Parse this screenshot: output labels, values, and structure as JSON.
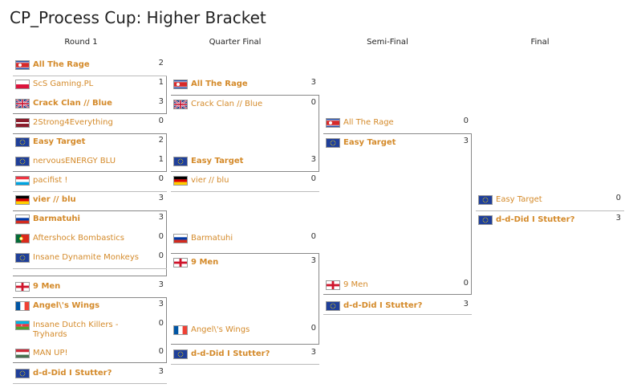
{
  "page_title": "CP_Process Cup: Higher Bracket",
  "rounds": [
    "Round 1",
    "Quarter Final",
    "Semi-Final",
    "Final"
  ],
  "round1": [
    {
      "name": "All The Rage",
      "score": "2",
      "winner": true,
      "flag": "north-korea-flag"
    },
    {
      "name": "ScS Gaming.PL",
      "score": "1",
      "winner": false,
      "flag": "poland-flag"
    },
    {
      "name": "Crack Clan // Blue",
      "score": "3",
      "winner": true,
      "flag": "uk-flag"
    },
    {
      "name": "2Strong4Everything",
      "score": "0",
      "winner": false,
      "flag": "latvia-flag"
    },
    {
      "name": "Easy Target",
      "score": "2",
      "winner": true,
      "flag": "eu-flag"
    },
    {
      "name": "nervousENERGY BLU",
      "score": "1",
      "winner": false,
      "flag": "eu-flag"
    },
    {
      "name": "pacifist !",
      "score": "0",
      "winner": false,
      "flag": "luxembourg-flag"
    },
    {
      "name": "vier // blu",
      "score": "3",
      "winner": true,
      "flag": "germany-flag"
    },
    {
      "name": "Barmatuhi",
      "score": "3",
      "winner": true,
      "flag": "russia-flag"
    },
    {
      "name": "Aftershock Bombastics",
      "score": "0",
      "winner": false,
      "flag": "portugal-flag"
    },
    {
      "name": "Insane Dynamite Monkeys",
      "score": "0",
      "winner": false,
      "flag": "eu-flag"
    },
    {
      "name": "9 Men",
      "score": "3",
      "winner": true,
      "flag": "england-flag"
    },
    {
      "name": "Angel\\'s Wings",
      "score": "3",
      "winner": true,
      "flag": "france-flag"
    },
    {
      "name": "Insane Dutch Killers - Tryhards",
      "score": "0",
      "winner": false,
      "flag": "azerbaijan-flag"
    },
    {
      "name": "MAN UP!",
      "score": "0",
      "winner": false,
      "flag": "hungary-flag"
    },
    {
      "name": "d-d-Did I Stutter?",
      "score": "3",
      "winner": true,
      "flag": "eu-flag"
    }
  ],
  "quarter": [
    {
      "name": "All The Rage",
      "score": "3",
      "winner": true,
      "flag": "north-korea-flag"
    },
    {
      "name": "Crack Clan // Blue",
      "score": "0",
      "winner": false,
      "flag": "uk-flag"
    },
    {
      "name": "Easy Target",
      "score": "3",
      "winner": true,
      "flag": "eu-flag"
    },
    {
      "name": "vier // blu",
      "score": "0",
      "winner": false,
      "flag": "germany-flag"
    },
    {
      "name": "Barmatuhi",
      "score": "0",
      "winner": false,
      "flag": "russia-flag"
    },
    {
      "name": "9 Men",
      "score": "3",
      "winner": true,
      "flag": "england-flag"
    },
    {
      "name": "Angel\\'s Wings",
      "score": "0",
      "winner": false,
      "flag": "france-flag"
    },
    {
      "name": "d-d-Did I Stutter?",
      "score": "3",
      "winner": true,
      "flag": "eu-flag"
    }
  ],
  "semi": [
    {
      "name": "All The Rage",
      "score": "0",
      "winner": false,
      "flag": "north-korea-flag"
    },
    {
      "name": "Easy Target",
      "score": "3",
      "winner": true,
      "flag": "eu-flag"
    },
    {
      "name": "9 Men",
      "score": "0",
      "winner": false,
      "flag": "england-flag"
    },
    {
      "name": "d-d-Did I Stutter?",
      "score": "3",
      "winner": true,
      "flag": "eu-flag"
    }
  ],
  "final": [
    {
      "name": "Easy Target",
      "score": "0",
      "winner": false,
      "flag": "eu-flag"
    },
    {
      "name": "d-d-Did I Stutter?",
      "score": "3",
      "winner": true,
      "flag": "eu-flag"
    }
  ]
}
